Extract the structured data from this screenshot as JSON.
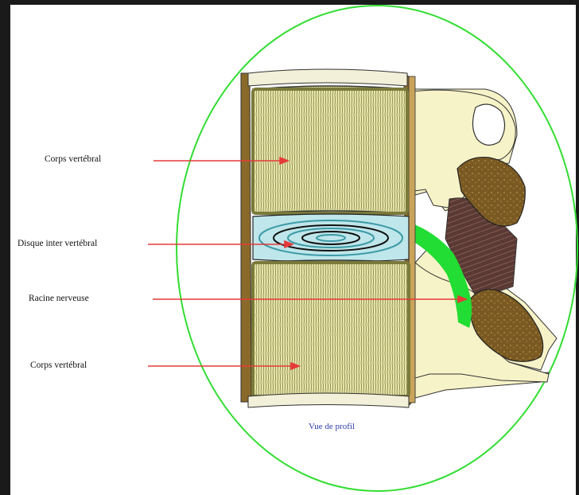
{
  "labels": {
    "top_body": "Corps vertébral",
    "disc": "Disque inter vertébral",
    "root": "Racine nerveuse",
    "bottom_body": "Corps vertébral"
  },
  "caption": "Vue de profil",
  "colors": {
    "outline_circle": "#33dd33",
    "arrow": "#e63a3a",
    "vertebra_fill": "#e9e6a8",
    "posterior_fill": "#f7f3c8",
    "disc_fill": "#bfe6ea",
    "disc_line": "#3a9aa6",
    "facet_fill": "#7a5a22",
    "ligament_fill": "#5a3a34",
    "nerve_fill": "#22dd33",
    "cortex": "#5a4a1a"
  }
}
